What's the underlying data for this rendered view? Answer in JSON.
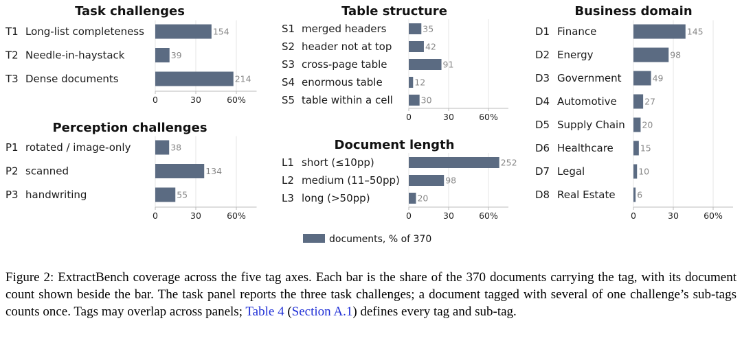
{
  "chart_data": [
    {
      "type": "bar",
      "orientation": "horizontal",
      "title": "Task challenges",
      "codes": [
        "T1",
        "T2",
        "T3"
      ],
      "categories": [
        "Long-list completeness",
        "Needle-in-haystack",
        "Dense documents"
      ],
      "values": [
        154,
        39,
        214
      ],
      "xticks": [
        "0",
        "30",
        "60%"
      ],
      "xlim": [
        0,
        75
      ]
    },
    {
      "type": "bar",
      "orientation": "horizontal",
      "title": "Perception challenges",
      "codes": [
        "P1",
        "P2",
        "P3"
      ],
      "categories": [
        "rotated / image-only",
        "scanned",
        "handwriting"
      ],
      "values": [
        38,
        134,
        55
      ],
      "xticks": [
        "0",
        "30",
        "60%"
      ],
      "xlim": [
        0,
        75
      ]
    },
    {
      "type": "bar",
      "orientation": "horizontal",
      "title": "Table structure",
      "codes": [
        "S1",
        "S2",
        "S3",
        "S4",
        "S5"
      ],
      "categories": [
        "merged headers",
        "header not at top",
        "cross-page table",
        "enormous table",
        "table within a cell"
      ],
      "values": [
        35,
        42,
        91,
        12,
        30
      ],
      "xticks": [
        "0",
        "30",
        "60%"
      ],
      "xlim": [
        0,
        75
      ]
    },
    {
      "type": "bar",
      "orientation": "horizontal",
      "title": "Document length",
      "codes": [
        "L1",
        "L2",
        "L3"
      ],
      "categories": [
        "short (≤10pp)",
        "medium (11–50pp)",
        "long (>50pp)"
      ],
      "values": [
        252,
        98,
        20
      ],
      "xticks": [
        "0",
        "30",
        "60%"
      ],
      "xlim": [
        0,
        75
      ]
    },
    {
      "type": "bar",
      "orientation": "horizontal",
      "title": "Business domain",
      "codes": [
        "D1",
        "D2",
        "D3",
        "D4",
        "D5",
        "D6",
        "D7",
        "D8"
      ],
      "categories": [
        "Finance",
        "Energy",
        "Government",
        "Automotive",
        "Supply Chain",
        "Healthcare",
        "Legal",
        "Real Estate"
      ],
      "values": [
        145,
        98,
        49,
        27,
        20,
        15,
        10,
        6
      ],
      "xticks": [
        "0",
        "30",
        "60%"
      ],
      "xlim": [
        0,
        75
      ]
    }
  ],
  "total_documents": 370,
  "legend": {
    "label": "documents, % of 370"
  },
  "colors": {
    "bar": "#5b6b82",
    "grid": "#e4e4e4",
    "axis": "#bbbbbb",
    "value_text": "#888888",
    "link": "#1f2fd6"
  },
  "caption": {
    "part1": "Figure 2: ExtractBench coverage across the five tag axes. Each bar is the share of the 370 documents carrying the tag, with its document count shown beside the bar. The task panel reports the three task challenges; a document tagged with several of one challenge’s sub-tags counts once. Tags may overlap across panels; ",
    "link1": "Table 4",
    "part2": " (",
    "link2": "Section A.1",
    "part3": ") defines every tag and sub-tag."
  }
}
